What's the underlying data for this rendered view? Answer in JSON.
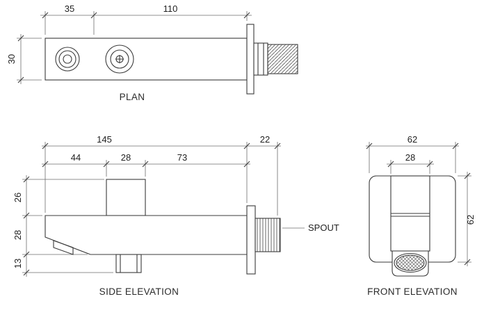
{
  "drawing": {
    "plan": {
      "title": "PLAN",
      "dim_left": "35",
      "dim_right": "110",
      "dim_depth": "30"
    },
    "side": {
      "title": "SIDE ELEVATION",
      "callout": "SPOUT",
      "dim_total": "145",
      "dim_wall": "22",
      "dim_tip_to_control": "44",
      "dim_control_width": "28",
      "dim_control_to_wall": "73",
      "dim_control_height": "26",
      "dim_body_height": "28",
      "dim_outlet_height": "13"
    },
    "front": {
      "title": "FRONT ELEVATION",
      "dim_width": "62",
      "dim_spout_width": "28",
      "dim_height": "62"
    }
  }
}
